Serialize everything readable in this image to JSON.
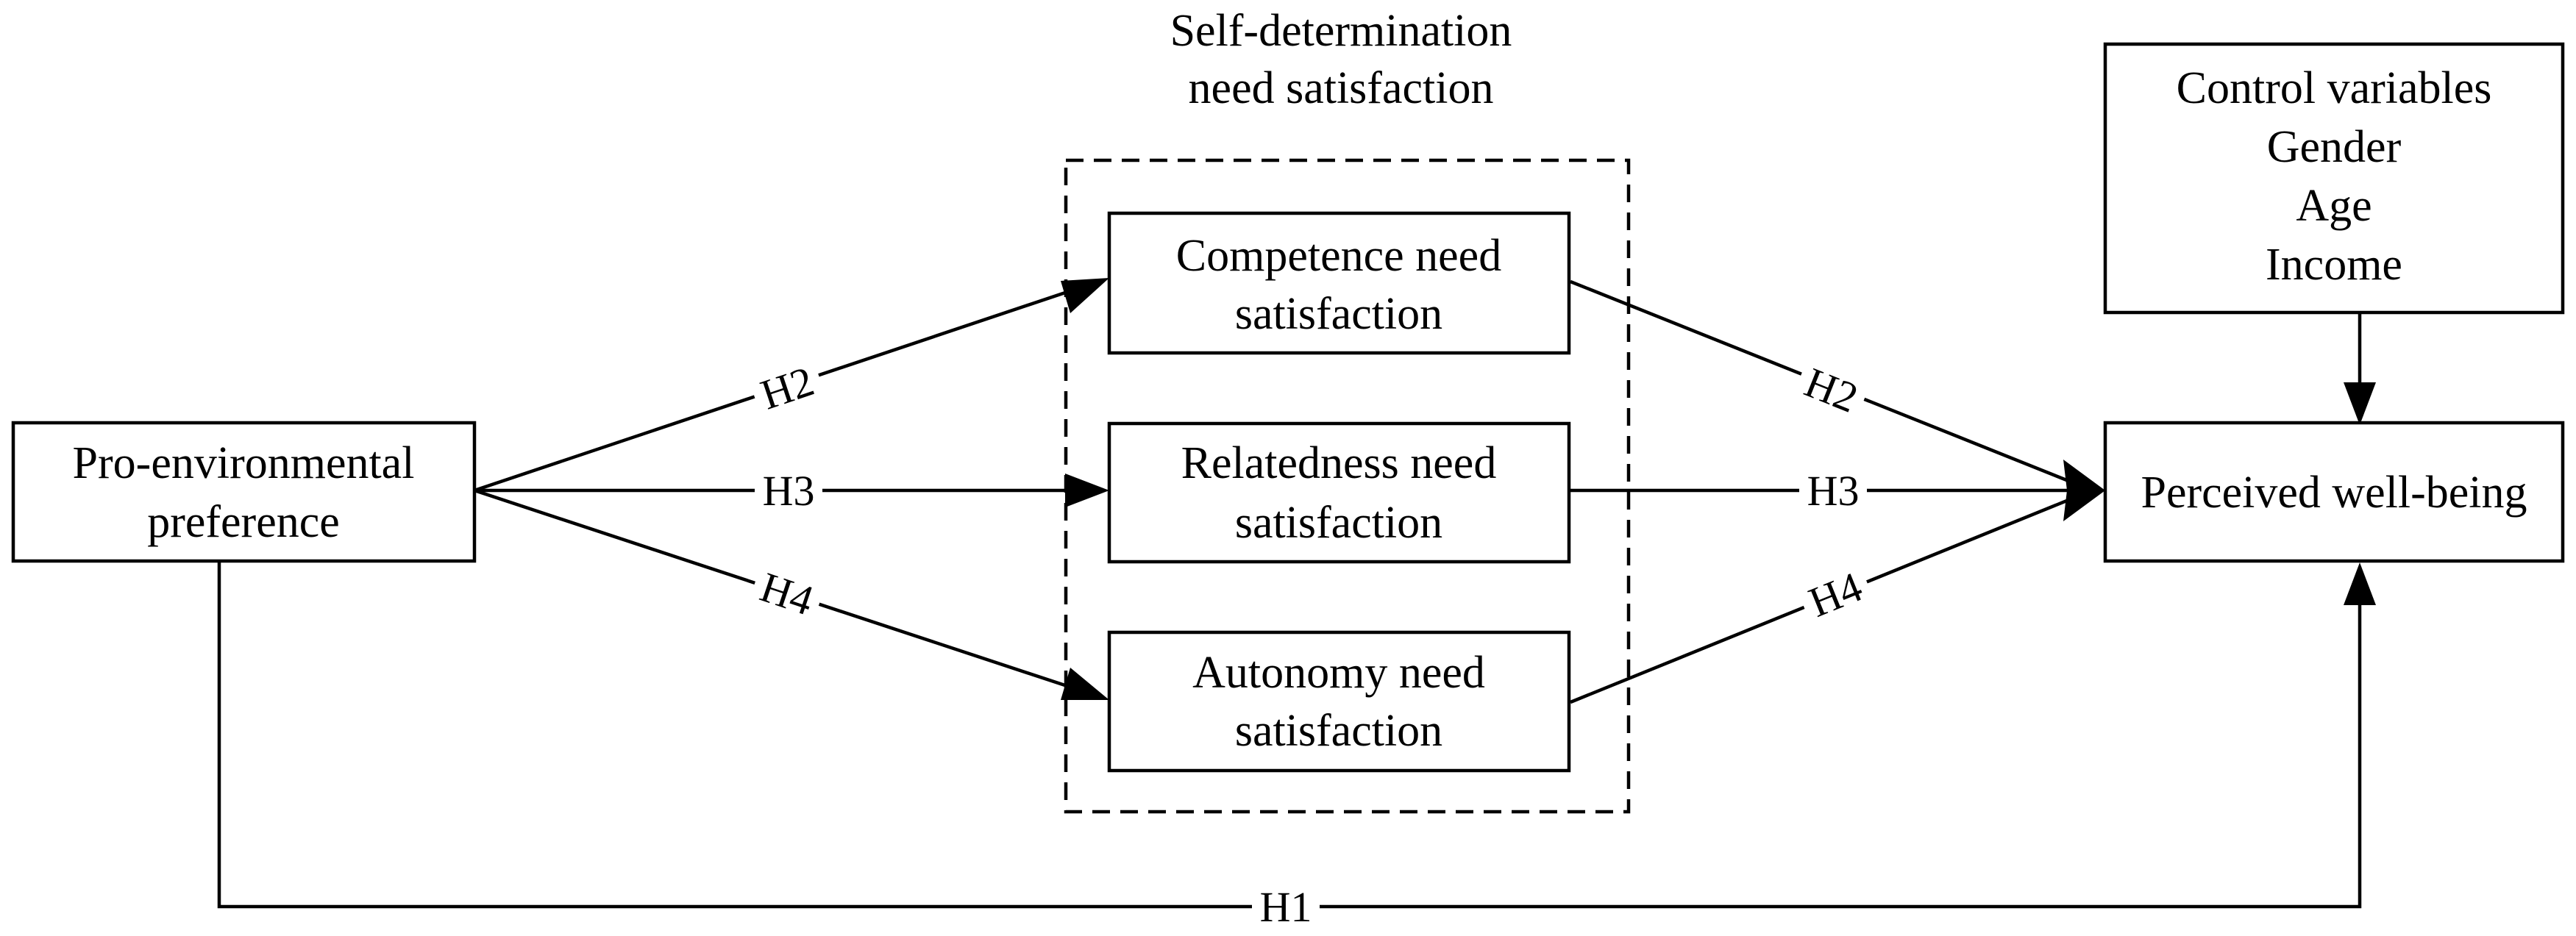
{
  "group": {
    "title_line1": "Self-determination",
    "title_line2": "need satisfaction"
  },
  "nodes": {
    "pro_env": {
      "line1": "Pro-environmental",
      "line2": "preference"
    },
    "competence": {
      "line1": "Competence need",
      "line2": "satisfaction"
    },
    "relatedness": {
      "line1": "Relatedness need",
      "line2": "satisfaction"
    },
    "autonomy": {
      "line1": "Autonomy need",
      "line2": "satisfaction"
    },
    "wellbeing": {
      "line1": "Perceived well-being"
    },
    "controls": {
      "line1": "Control variables",
      "line2": "Gender",
      "line3": "Age",
      "line4": "Income"
    }
  },
  "edges": {
    "h2_in": "H2",
    "h3_in": "H3",
    "h4_in": "H4",
    "h2_out": "H2",
    "h3_out": "H3",
    "h4_out": "H4",
    "h1": "H1"
  }
}
